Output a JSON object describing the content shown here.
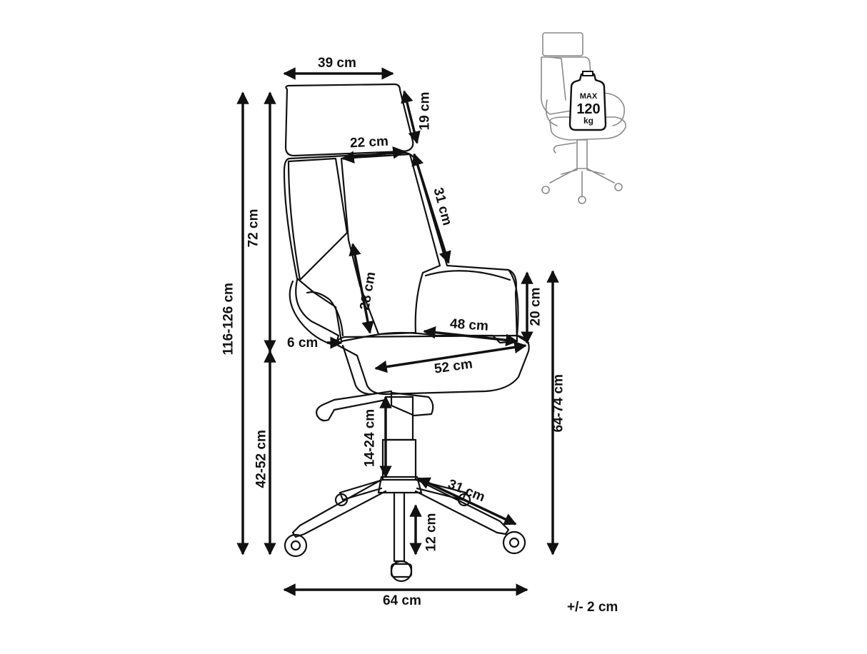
{
  "dimensions": {
    "width_total": "39 cm",
    "headrest_height": "19 cm",
    "headrest_width": "22 cm",
    "backrest_upper": "31 cm",
    "backrest_height": "72 cm",
    "total_height": "116-126 cm",
    "lumbar": "28 cm",
    "armrest_gap": "6 cm",
    "armrest_height": "20 cm",
    "seat_width": "48 cm",
    "seat_depth": "52 cm",
    "seat_height": "42-52 cm",
    "height_with_arms": "64-74 cm",
    "gas_lift": "14-24 cm",
    "base_leg": "31 cm",
    "base_height": "12 cm",
    "base_width": "64 cm",
    "tolerance": "+/- 2 cm"
  },
  "load_badge": {
    "line1": "MAX",
    "line2": "120",
    "line3": "kg"
  },
  "colors": {
    "line": "#111111",
    "thumb": "#8a8a8a"
  }
}
